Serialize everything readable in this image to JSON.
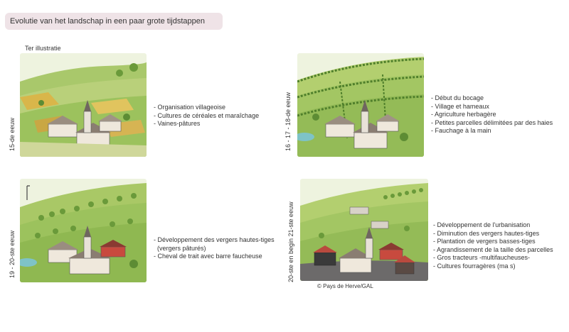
{
  "header": {
    "title": "Evolutie van het landschap in een paar grote tijdstappen"
  },
  "caption": "Ter illustratie",
  "credit": "© Pays de Herve/GAL",
  "periods": [
    {
      "label": "15-de eeuw",
      "items": [
        "Organisation villageoise",
        "Cultures de céréales et maraîchage",
        "Vaines-pâtures"
      ]
    },
    {
      "label": "16 - 17 - 18-de eeuw",
      "items": [
        "Début du bocage",
        "Village et hameaux",
        "Agriculture herbagère",
        "Petites parcelles délimitées par des haies",
        "Fauchage à la main"
      ]
    },
    {
      "label": "19 - 20-ste eeuw",
      "items": [
        "Développement des vergers hautes-tiges",
        "(vergers pâturés)",
        "Cheval de trait avec barre faucheuse"
      ]
    },
    {
      "label": "20-ste en begin 21-ste eeuw",
      "items": [
        "Développement de l'urbanisation",
        "Diminution des vergers hautes-tiges",
        "Plantation de vergers basses-tiges",
        "Agrandissement de la taille des parcelles",
        "Gros tracteurs -multifaucheuses-",
        "Cultures fourragères (ma s)"
      ]
    }
  ]
}
